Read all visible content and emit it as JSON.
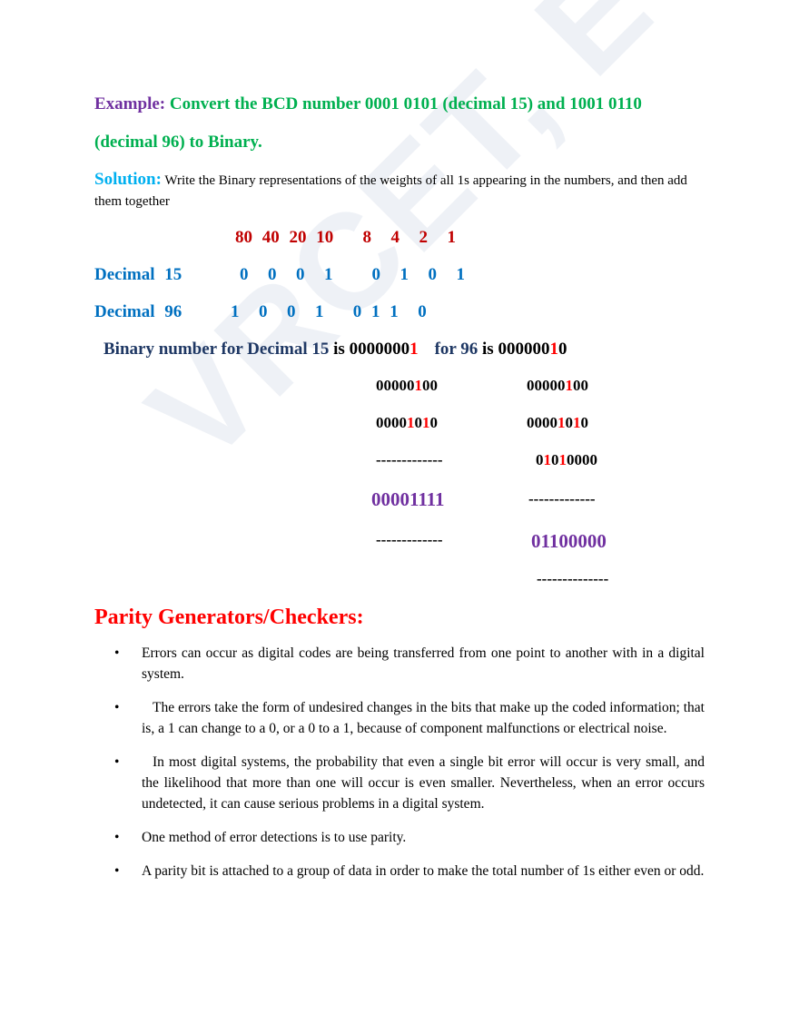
{
  "watermark": "VRCET, ECE",
  "example": {
    "label": "Example:",
    "text_line1": "Convert the BCD number 0001 0101 (decimal 15) and 1001 0110",
    "text_line2": "(decimal 96) to Binary."
  },
  "solution": {
    "label": "Solution:",
    "text": "Write the Binary representations of the weights of all 1s appearing in the numbers, and then add them together"
  },
  "weights": "80 40 20 10   8  4  2  1",
  "decimal15": {
    "label": "Decimal 15",
    "bits": "0  0  0  1    0  1  0  1"
  },
  "decimal96": {
    "label": "Decimal 96",
    "bits": "1  0  0  1   0 1 1  0"
  },
  "binary_line": {
    "prefix": "Binary number for Decimal 15 ",
    "is1": "is ",
    "val15_black": "0000000",
    "val15_red": "1",
    "for96": "for 96 ",
    "is2": "is ",
    "val96_black": "000000",
    "val96_red": "1",
    "val96_tail": "0"
  },
  "calc15": {
    "line1": {
      "a": "00000",
      "r": "1",
      "b": "00"
    },
    "line2": {
      "a": "0000",
      "r1": "1",
      "m": "0",
      "r2": "1",
      "b": "0"
    },
    "dashes1": "-------------",
    "sum": "00001111",
    "dashes2": "-------------"
  },
  "calc96": {
    "line1": {
      "a": "00000",
      "r": "1",
      "b": "00"
    },
    "line2": {
      "a": "0000",
      "r1": "1",
      "m": "0",
      "r2": "1",
      "b": "0"
    },
    "line3": {
      "a": "0",
      "r1": "1",
      "m": "0",
      "r2": "1",
      "b": "0000"
    },
    "dashes1": "-------------",
    "sum": "01100000",
    "dashes2": "--------------"
  },
  "parity": {
    "title": "Parity Generators/Checkers:",
    "bullets": [
      "Errors can occur as digital codes are being transferred from one point to another with in a digital system.",
      "The errors take the form of undesired changes in the bits that make up the coded information; that is, a 1 can change to a 0, or a 0 to a 1, because of component malfunctions or electrical noise.",
      "In most digital systems, the probability that even a single bit error will occur is very small, and the likelihood that more than one will occur is even smaller. Nevertheless, when an error occurs undetected, it can cause serious problems in a digital system.",
      "One method of error detections is to use parity.",
      "A parity bit is attached to a group of data in order to make the total number of 1s either even or odd."
    ]
  }
}
